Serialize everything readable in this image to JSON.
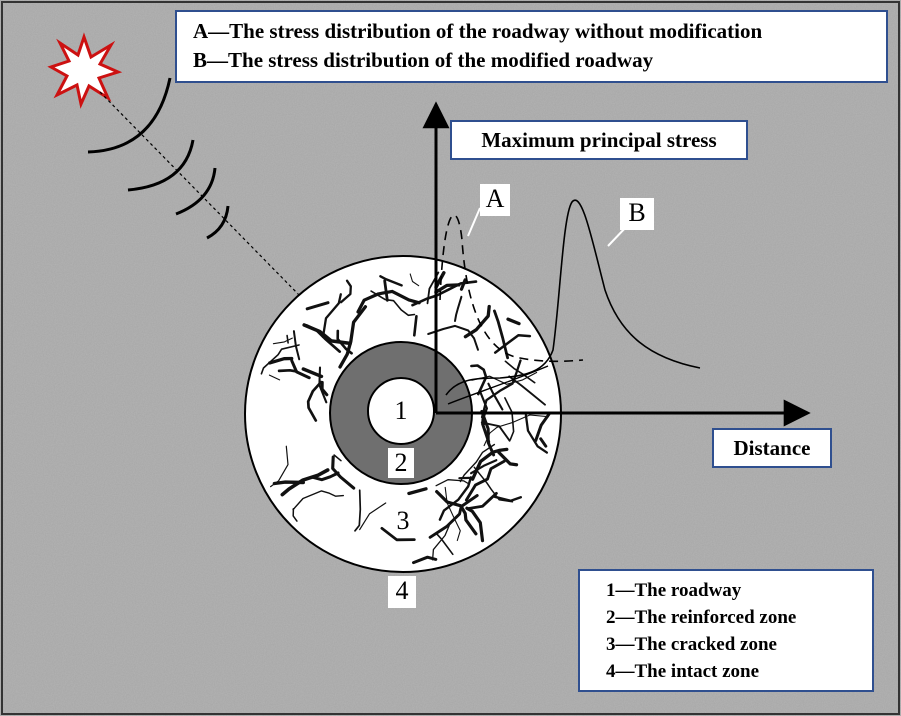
{
  "legend_curves": {
    "A": "A—The stress distribution of the roadway without modification",
    "B": "B—The stress distribution of the modified roadway"
  },
  "legend_zones": {
    "z1": "1—The roadway",
    "z2": "2—The reinforced zone",
    "z3": "3—The cracked zone",
    "z4": "4—The intact zone"
  },
  "axes": {
    "y_label": "Maximum principal stress",
    "x_label": "Distance"
  },
  "curve_labels": {
    "A": "A",
    "B": "B"
  },
  "zone_labels": {
    "z1": "1",
    "z2": "2",
    "z3": "3",
    "z4": "4"
  },
  "colors": {
    "rock_texture": "#a9a9a9",
    "box_border": "#2f4f8f",
    "reinforced_zone": "#6f6f6f",
    "cracks": "#111111",
    "explosion_star": "#cc1111"
  },
  "icons": {
    "explosion": "explosion-star-icon"
  }
}
